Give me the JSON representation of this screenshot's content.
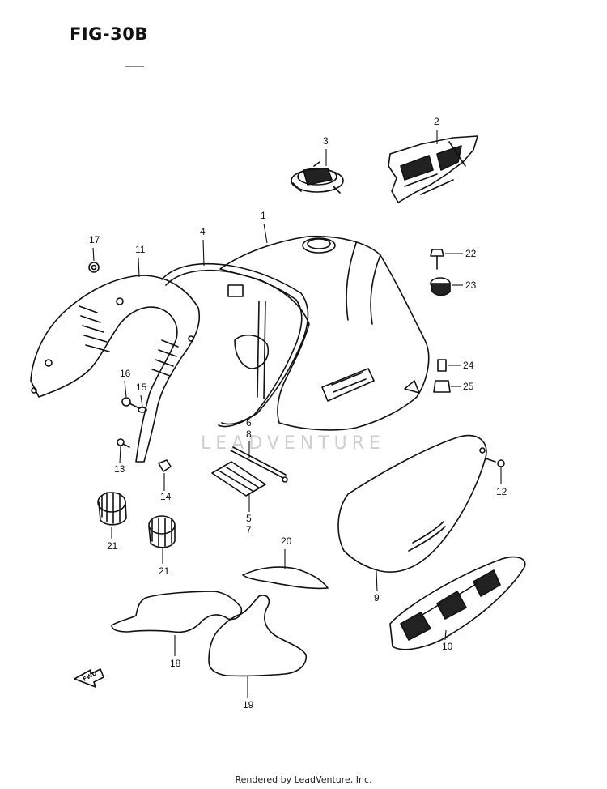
{
  "figure": {
    "title": "FIG-30B"
  },
  "watermark": {
    "text": "LEADVENTURE"
  },
  "footer": {
    "text": "Rendered by LeadVenture, Inc."
  },
  "direction_arrow": {
    "label": "FWD"
  },
  "callouts": [
    "1",
    "2",
    "3",
    "4",
    "5",
    "6",
    "7",
    "8",
    "9",
    "10",
    "11",
    "12",
    "13",
    "14",
    "15",
    "16",
    "17",
    "20",
    "21",
    "21",
    "22",
    "23",
    "24",
    "25",
    "18",
    "19"
  ]
}
